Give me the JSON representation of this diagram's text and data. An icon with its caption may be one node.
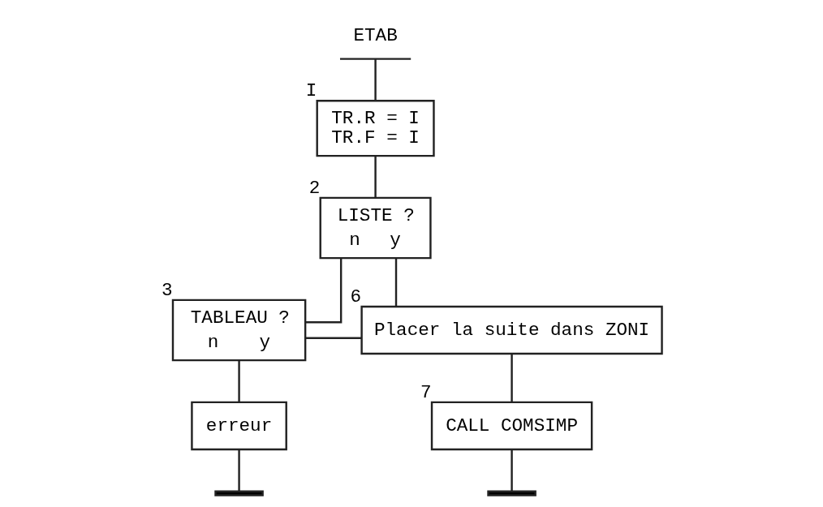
{
  "diagram": {
    "nodes": [
      {
        "text": [
          "ETAB"
        ]
      },
      {
        "text": [
          "TR.R = I",
          "TR.F = I"
        ],
        "beside": [
          "I"
        ]
      },
      {
        "text": [
          "LISTE ?",
          "n",
          "y"
        ],
        "beside": [
          "2"
        ]
      },
      {
        "text": [
          "TABLEAU ?",
          "n",
          "y"
        ],
        "beside": [
          "3"
        ]
      },
      {
        "text": [
          "erreur"
        ]
      },
      {
        "text": [],
        "shape": "bar"
      },
      {
        "text": [
          "Placer la suite dans ZONI"
        ],
        "beside": [
          "6"
        ]
      },
      {
        "text": [
          "CALL COMSIMP"
        ],
        "beside": [
          "7"
        ]
      },
      {
        "text": [],
        "shape": "bar"
      }
    ],
    "edges": [
      {
        "from": 0,
        "to": 1,
        "arrow": "none"
      },
      {
        "from": 1,
        "to": 2,
        "arrow": "none"
      },
      {
        "from": 2,
        "to": 3,
        "arrow": "none"
      },
      {
        "from": 2,
        "to": 6,
        "arrow": "none"
      },
      {
        "from": 3,
        "to": 4,
        "arrow": "none"
      },
      {
        "from": 3,
        "to": 6,
        "arrow": "none"
      },
      {
        "from": 4,
        "to": 5,
        "arrow": "none"
      },
      {
        "from": 6,
        "to": 7,
        "arrow": "none"
      },
      {
        "from": 7,
        "to": 8,
        "arrow": "none"
      }
    ]
  }
}
